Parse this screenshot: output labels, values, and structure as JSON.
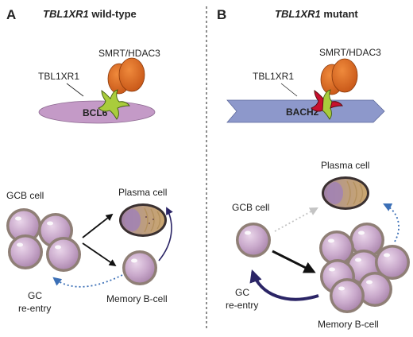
{
  "panels": [
    {
      "letter": "A",
      "gene": "TBL1XR1",
      "condition": " wild-type",
      "corepressor_label": "SMRT/HDAC3",
      "adaptor_label": "TBL1XR1",
      "tf_label": "BCL6",
      "plasma_label": "Plasma cell",
      "gcb_label": "GCB cell",
      "memory_label": "Memory B-cell",
      "reentry_line1": "GC",
      "reentry_line2": "re-entry"
    },
    {
      "letter": "B",
      "gene": "TBL1XR1",
      "condition": " mutant",
      "corepressor_label": "SMRT/HDAC3",
      "adaptor_label": "TBL1XR1",
      "tf_label": "BACH2",
      "plasma_label": "Plasma cell",
      "gcb_label": "GCB cell",
      "memory_label": "Memory B-cell",
      "reentry_line1": "GC",
      "reentry_line2": "re-entry"
    }
  ],
  "colors": {
    "smrt_orange": "#d9611e",
    "bcl6_lilac": "#c49ac7",
    "bach2_blue": "#8d98cb",
    "adaptor_green": "#a9cc3c",
    "mutant_red": "#c8102e",
    "cell_rim": "#8a7a72",
    "cell_fill": "#c8a8c9",
    "plasma_fill": "#c6a577",
    "arrow_navy": "#2b2566",
    "arrow_blue_dotted": "#3b6fb6",
    "arrow_grey": "#c4c4c4"
  }
}
